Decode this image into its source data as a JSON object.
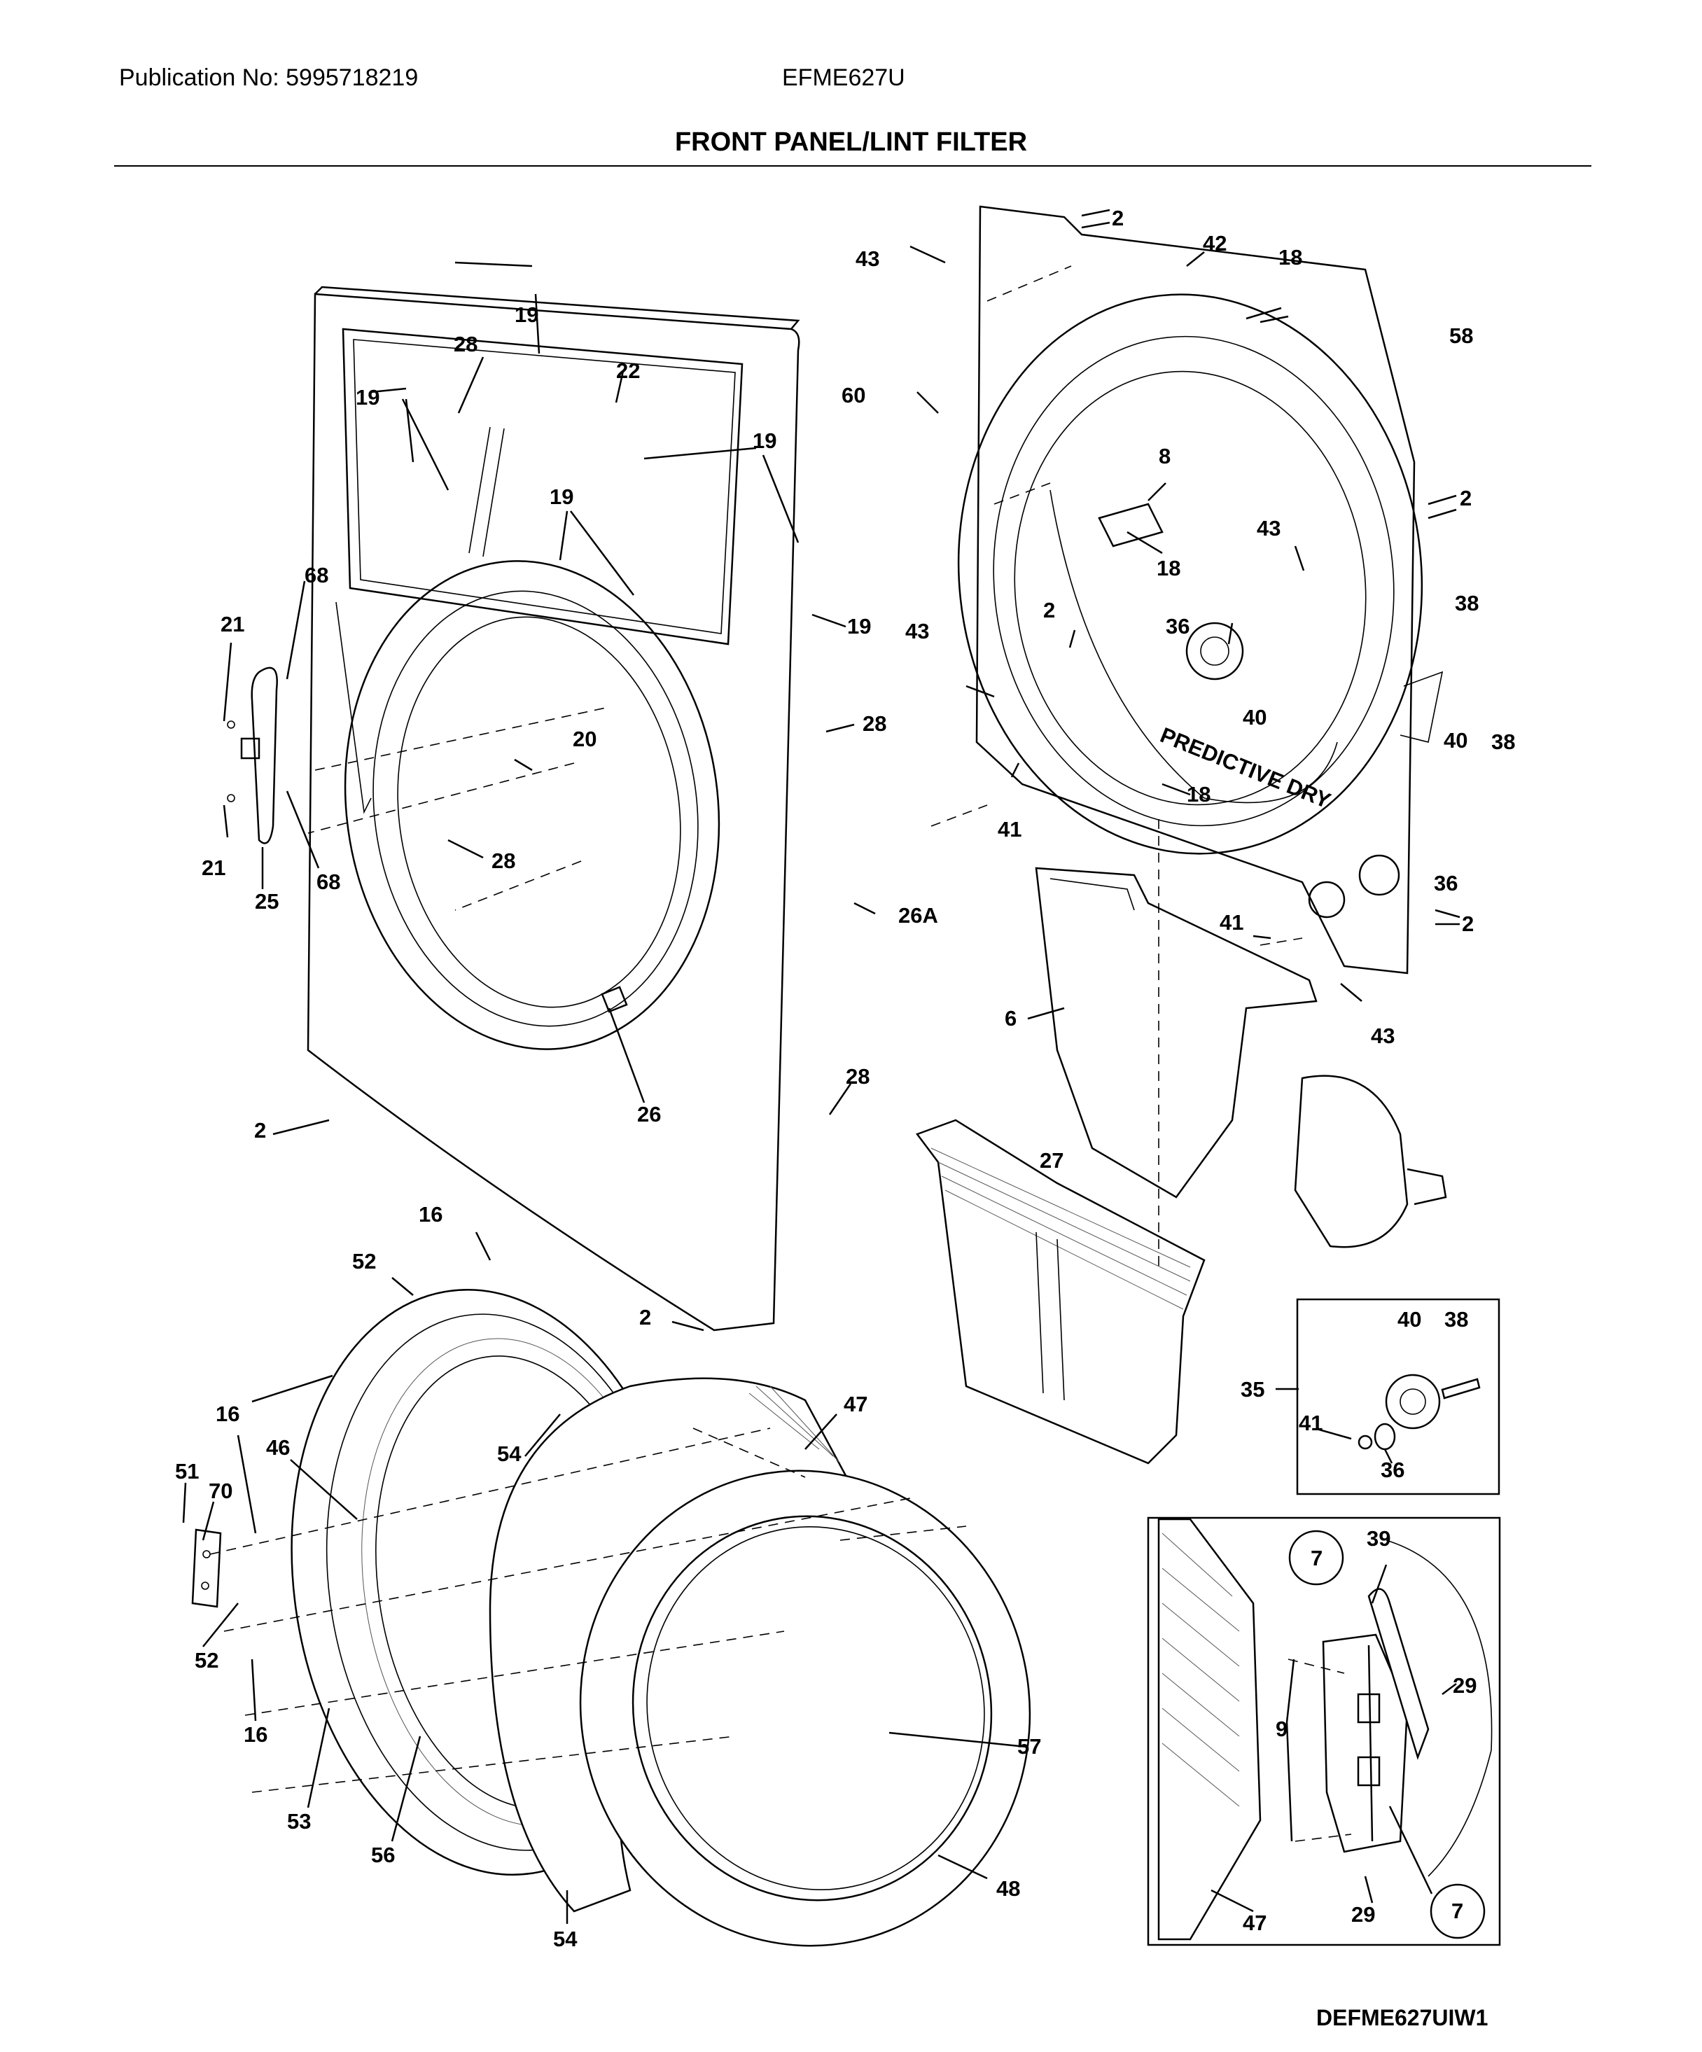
{
  "header": {
    "publication": "Publication No: 5995718219",
    "model": "EFME627U",
    "title": "FRONT PANEL/LINT FILTER"
  },
  "drawing_code": "DEFME627UIW1",
  "callouts": [
    {
      "key": "c2a",
      "label": "2"
    },
    {
      "key": "c2b",
      "label": "2"
    },
    {
      "key": "c2c",
      "label": "2"
    },
    {
      "key": "c2d",
      "label": "2"
    },
    {
      "key": "c2e",
      "label": "2"
    },
    {
      "key": "c2f",
      "label": "2"
    },
    {
      "key": "c6",
      "label": "6"
    },
    {
      "key": "c7a",
      "label": "7"
    },
    {
      "key": "c7b",
      "label": "7"
    },
    {
      "key": "c8",
      "label": "8"
    },
    {
      "key": "c9",
      "label": "9"
    },
    {
      "key": "c16a",
      "label": "16"
    },
    {
      "key": "c16b",
      "label": "16"
    },
    {
      "key": "c16c",
      "label": "16"
    },
    {
      "key": "c18a",
      "label": "18"
    },
    {
      "key": "c18b",
      "label": "18"
    },
    {
      "key": "c18c",
      "label": "18"
    },
    {
      "key": "c19a",
      "label": "19"
    },
    {
      "key": "c19b",
      "label": "19"
    },
    {
      "key": "c19c",
      "label": "19"
    },
    {
      "key": "c19d",
      "label": "19"
    },
    {
      "key": "c19e",
      "label": "19"
    },
    {
      "key": "c20",
      "label": "20"
    },
    {
      "key": "c21a",
      "label": "21"
    },
    {
      "key": "c21b",
      "label": "21"
    },
    {
      "key": "c22",
      "label": "22"
    },
    {
      "key": "c25",
      "label": "25"
    },
    {
      "key": "c26",
      "label": "26"
    },
    {
      "key": "c26A",
      "label": "26A"
    },
    {
      "key": "c27",
      "label": "27"
    },
    {
      "key": "c28a",
      "label": "28"
    },
    {
      "key": "c28b",
      "label": "28"
    },
    {
      "key": "c28c",
      "label": "28"
    },
    {
      "key": "c28d",
      "label": "28"
    },
    {
      "key": "c29a",
      "label": "29"
    },
    {
      "key": "c29b",
      "label": "29"
    },
    {
      "key": "c35",
      "label": "35"
    },
    {
      "key": "c36a",
      "label": "36"
    },
    {
      "key": "c36b",
      "label": "36"
    },
    {
      "key": "c36c",
      "label": "36"
    },
    {
      "key": "c38a",
      "label": "38"
    },
    {
      "key": "c38b",
      "label": "38"
    },
    {
      "key": "c38c",
      "label": "38"
    },
    {
      "key": "c39",
      "label": "39"
    },
    {
      "key": "c40a",
      "label": "40"
    },
    {
      "key": "c40b",
      "label": "40"
    },
    {
      "key": "c40c",
      "label": "40"
    },
    {
      "key": "c41a",
      "label": "41"
    },
    {
      "key": "c41b",
      "label": "41"
    },
    {
      "key": "c41c",
      "label": "41"
    },
    {
      "key": "c42",
      "label": "42"
    },
    {
      "key": "c43a",
      "label": "43"
    },
    {
      "key": "c43b",
      "label": "43"
    },
    {
      "key": "c43c",
      "label": "43"
    },
    {
      "key": "c43d",
      "label": "43"
    },
    {
      "key": "c46",
      "label": "46"
    },
    {
      "key": "c47a",
      "label": "47"
    },
    {
      "key": "c47b",
      "label": "47"
    },
    {
      "key": "c48",
      "label": "48"
    },
    {
      "key": "c51",
      "label": "51"
    },
    {
      "key": "c52a",
      "label": "52"
    },
    {
      "key": "c52b",
      "label": "52"
    },
    {
      "key": "c53",
      "label": "53"
    },
    {
      "key": "c54a",
      "label": "54"
    },
    {
      "key": "c54b",
      "label": "54"
    },
    {
      "key": "c56",
      "label": "56"
    },
    {
      "key": "c57",
      "label": "57"
    },
    {
      "key": "c58",
      "label": "58"
    },
    {
      "key": "c60",
      "label": "60"
    },
    {
      "key": "c68a",
      "label": "68"
    },
    {
      "key": "c68b",
      "label": "68"
    },
    {
      "key": "c70",
      "label": "70"
    }
  ],
  "decal": {
    "predictive_dry": "PREDICTIVE DRY"
  }
}
